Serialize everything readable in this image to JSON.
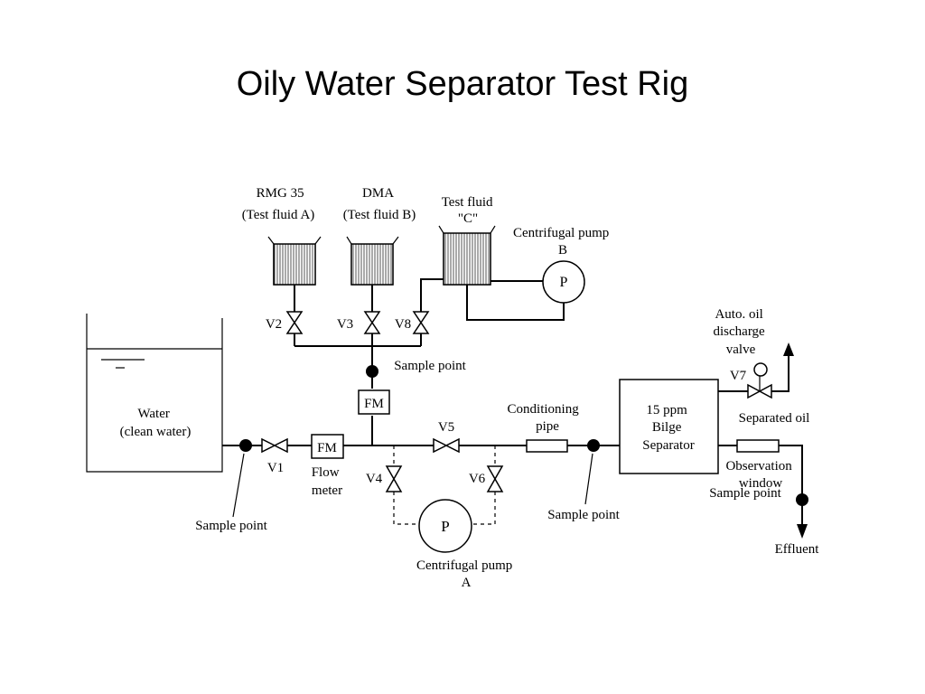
{
  "title": "Oily Water Separator Test Rig",
  "tanks": {
    "fluid_a_label": [
      "RMG 35",
      "(Test fluid A)"
    ],
    "fluid_b_label": [
      "DMA",
      "(Test fluid B)"
    ],
    "fluid_c_label": [
      "Test fluid",
      "\"C\""
    ],
    "water_label": [
      "Water",
      "(clean water)"
    ]
  },
  "pumps": {
    "pump_symbol": "P",
    "pump_b_label": [
      "Centrifugal pump",
      "B"
    ],
    "pump_a_label": [
      "Centrifugal pump",
      "A"
    ]
  },
  "valves": {
    "v1": "V1",
    "v2": "V2",
    "v3": "V3",
    "v4": "V4",
    "v5": "V5",
    "v6": "V6",
    "v7": "V7",
    "v8": "V8"
  },
  "flow_meters": {
    "fm_symbol": "FM",
    "flow_meter_label": [
      "Flow",
      "meter"
    ]
  },
  "labels": {
    "sample_point": "Sample point",
    "conditioning_pipe": [
      "Conditioning",
      "pipe"
    ],
    "separator": [
      "15 ppm",
      "Bilge",
      "Separator"
    ],
    "auto_oil_valve": [
      "Auto. oil",
      "discharge",
      "valve"
    ],
    "separated_oil": "Separated oil",
    "observation_window": [
      "Observation",
      "window"
    ],
    "effluent": "Effluent"
  }
}
